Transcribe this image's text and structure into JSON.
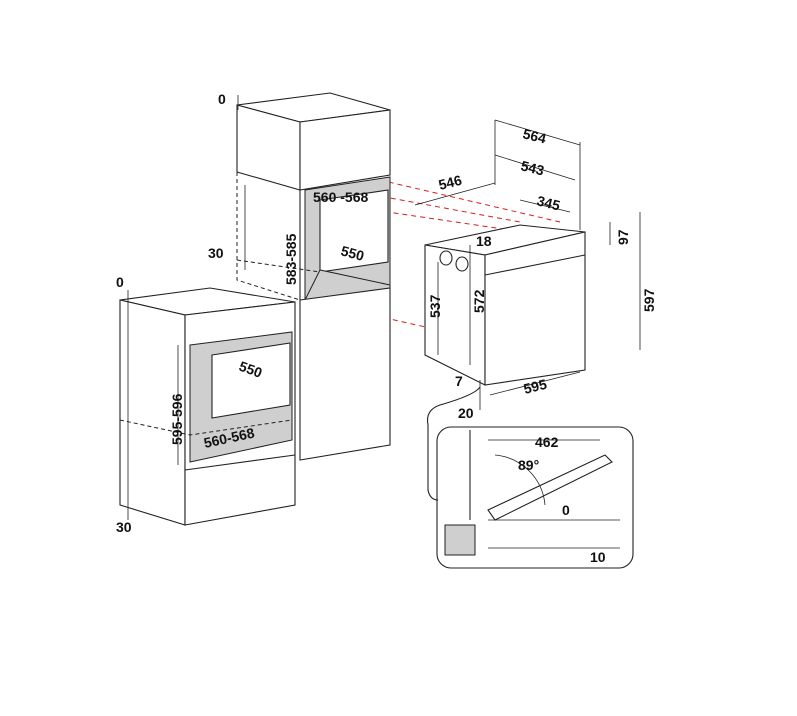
{
  "tall_cabinet": {
    "top_gap": "0",
    "side_gap": "30",
    "niche_width": "560 -568",
    "niche_height": "583-585",
    "niche_depth": "550"
  },
  "base_cabinet": {
    "top_gap": "0",
    "bottom_gap": "30",
    "niche_depth": "550",
    "niche_height": "595-596",
    "niche_width": "560-568"
  },
  "oven": {
    "depth_total": "564",
    "depth_body": "543",
    "depth_niche": "546",
    "depth_rear": "345",
    "top_offset": "18",
    "panel_height": "97",
    "height_body": "537",
    "height_front": "572",
    "height_total": "597",
    "bottom_offset": "7",
    "width": "595",
    "front_offset": "20"
  },
  "door_detail": {
    "door_length": "462",
    "open_angle": "89°",
    "gap_top": "0",
    "gap_bottom": "10"
  }
}
